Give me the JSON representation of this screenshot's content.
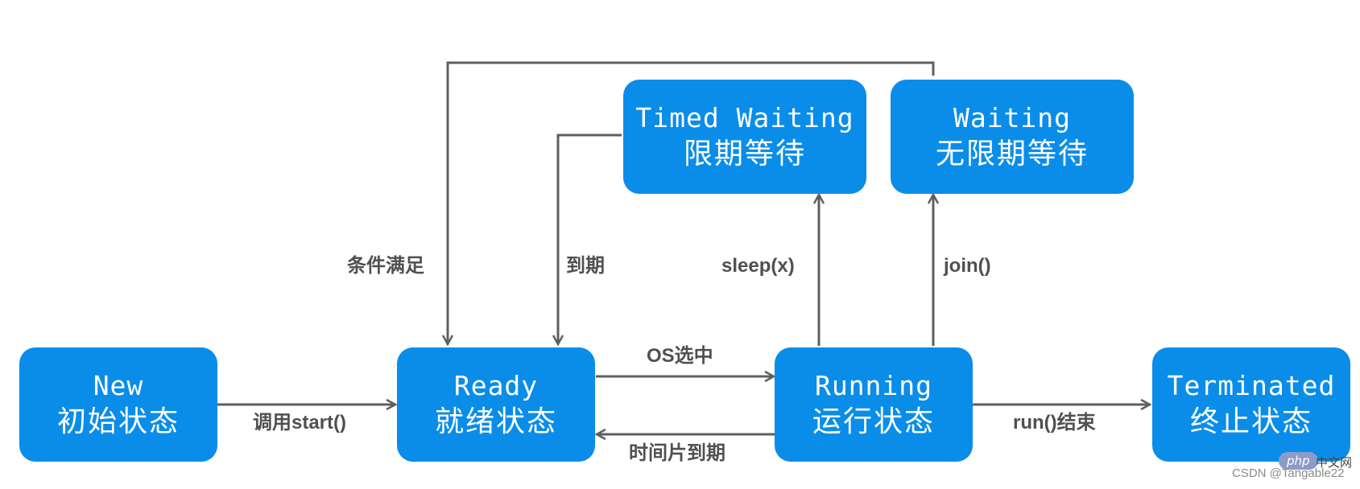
{
  "nodes": {
    "new": {
      "en": "New",
      "cn": "初始状态"
    },
    "ready": {
      "en": "Ready",
      "cn": "就绪状态"
    },
    "running": {
      "en": "Running",
      "cn": "运行状态"
    },
    "terminated": {
      "en": "Terminated",
      "cn": "终止状态"
    },
    "timed_waiting": {
      "en": "Timed Waiting",
      "cn": "限期等待"
    },
    "waiting": {
      "en": "Waiting",
      "cn": "无限期等待"
    }
  },
  "edges": {
    "call_start": "调用start()",
    "os_selected": "OS选中",
    "time_slice_expired": "时间片到期",
    "run_end": "run()结束",
    "sleep": "sleep(x)",
    "join": "join()",
    "expired": "到期",
    "condition_met": "条件满足"
  },
  "watermark": {
    "php_badge": "php",
    "site": "中文网",
    "csdn": "CSDN @Tangable22"
  },
  "colors": {
    "node_fill": "#0a8de9",
    "node_text": "#ffffff",
    "arrow": "#5f5f5f",
    "label": "#505050"
  }
}
